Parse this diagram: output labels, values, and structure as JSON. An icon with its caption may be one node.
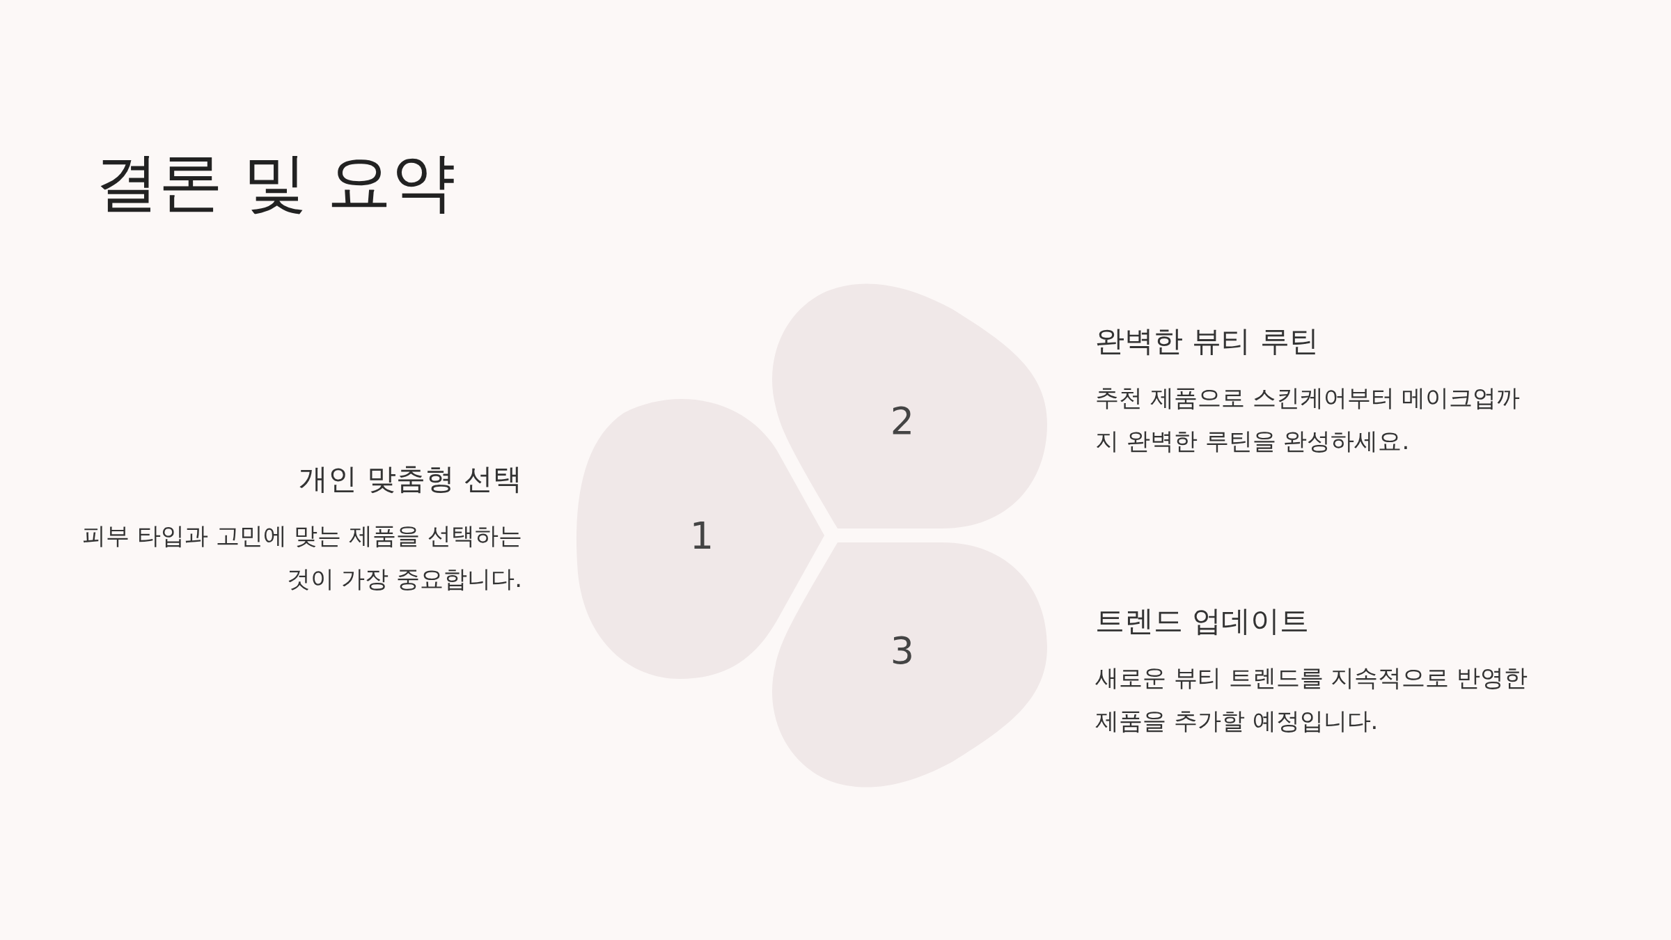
{
  "diagram": {
    "title": "결론 및 요약",
    "nodes": [
      {
        "text": [
          "1"
        ],
        "beside": [
          "개인 맞춤형 선택",
          "피부 타입과 고민에 맞는 제품을 선택하는 것이 가장 중요합니다."
        ]
      },
      {
        "text": [
          "2"
        ],
        "beside": [
          "완벽한 뷰티 루틴",
          "추천 제품으로 스킨케어부터 메이크업까지 완벽한 루틴을 완성하세요."
        ]
      },
      {
        "text": [
          "3"
        ],
        "beside": [
          "트렌드 업데이트",
          "새로운 뷰티 트렌드를 지속적으로 반영한 제품을 추가할 예정입니다."
        ]
      }
    ]
  }
}
